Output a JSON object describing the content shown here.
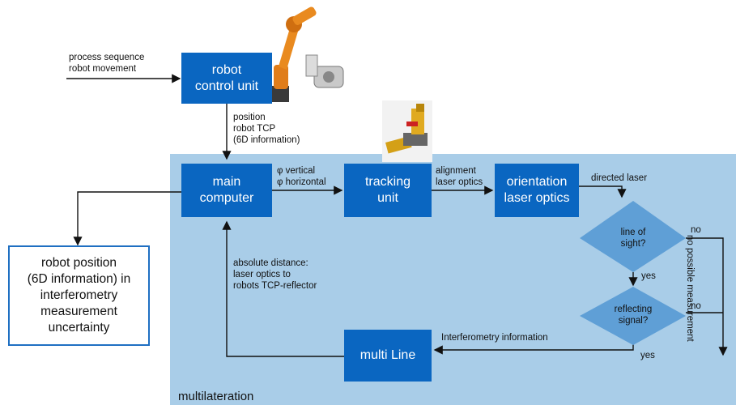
{
  "boxes": {
    "robot_control": "robot\ncontrol unit",
    "main_computer": "main\ncomputer",
    "tracking": "tracking\nunit",
    "orientation": "orientation\nlaser optics",
    "multiline": "multi Line"
  },
  "output_box": "robot position\n(6D information) in\ninterferometry\nmeasurement\nuncertainty",
  "labels": {
    "process": "process sequence\nrobot movement",
    "position": "position\nrobot TCP\n(6D information)",
    "phi": "φ vertical\nφ horizontal",
    "alignment": "alignment\nlaser optics",
    "directed": "directed laser",
    "distance": "absolute distance:\nlaser optics to\nrobots TCP-reflector",
    "interferometry": "Interferometry information",
    "no1": "no",
    "no2": "no",
    "yes1": "yes",
    "yes2": "yes",
    "no_measurement": "no possible measurement"
  },
  "decisions": {
    "line_of_sight": "line of\nsight?",
    "reflecting": "reflecting\nsignal?"
  },
  "region_label": "multilateration",
  "colors": {
    "box_fill": "#0a66c1",
    "region_fill": "#a9cde8",
    "diamond_fill": "#5f9fd6",
    "output_border": "#1f6fc2"
  }
}
